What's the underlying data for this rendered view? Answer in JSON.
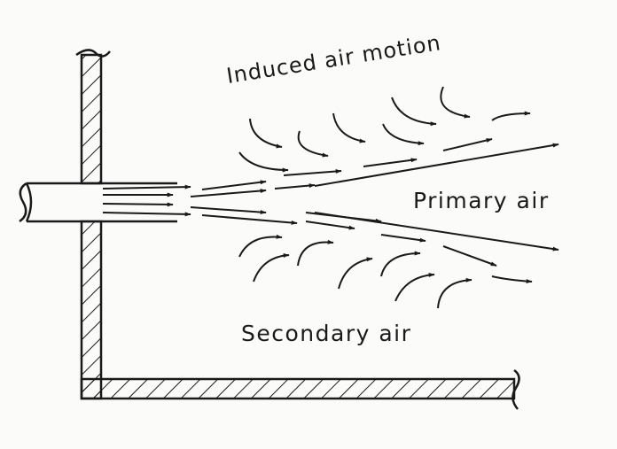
{
  "labels": {
    "induced": "Induced air motion",
    "primary": "Primary air",
    "secondary": "Secondary air"
  },
  "colors": {
    "ink": "#1a1a1a",
    "paper": "#fbfbfa"
  }
}
